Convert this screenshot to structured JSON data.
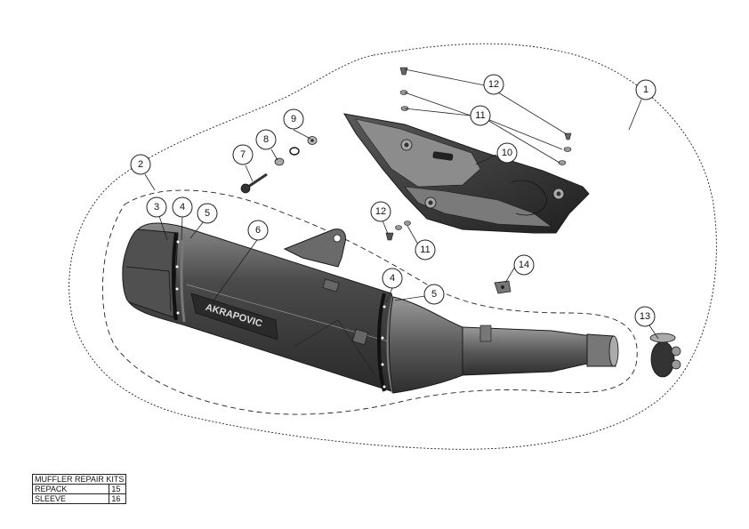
{
  "diagram": {
    "callouts": [
      "1",
      "2",
      "3",
      "4",
      "5",
      "6",
      "7",
      "8",
      "9",
      "10",
      "11",
      "12",
      "13",
      "14"
    ],
    "brand_text": "AKRAPOVIC"
  },
  "repair_kits": {
    "title": "MUFFLER REPAIR KITS",
    "rows": [
      {
        "label": "REPACK",
        "number": "15"
      },
      {
        "label": "SLEEVE",
        "number": "16"
      }
    ]
  },
  "colors": {
    "ink": "#1a1a1a",
    "part_dark": "#3a3a3a",
    "part_mid": "#6a6a6a",
    "part_light": "#b5b5b5"
  }
}
